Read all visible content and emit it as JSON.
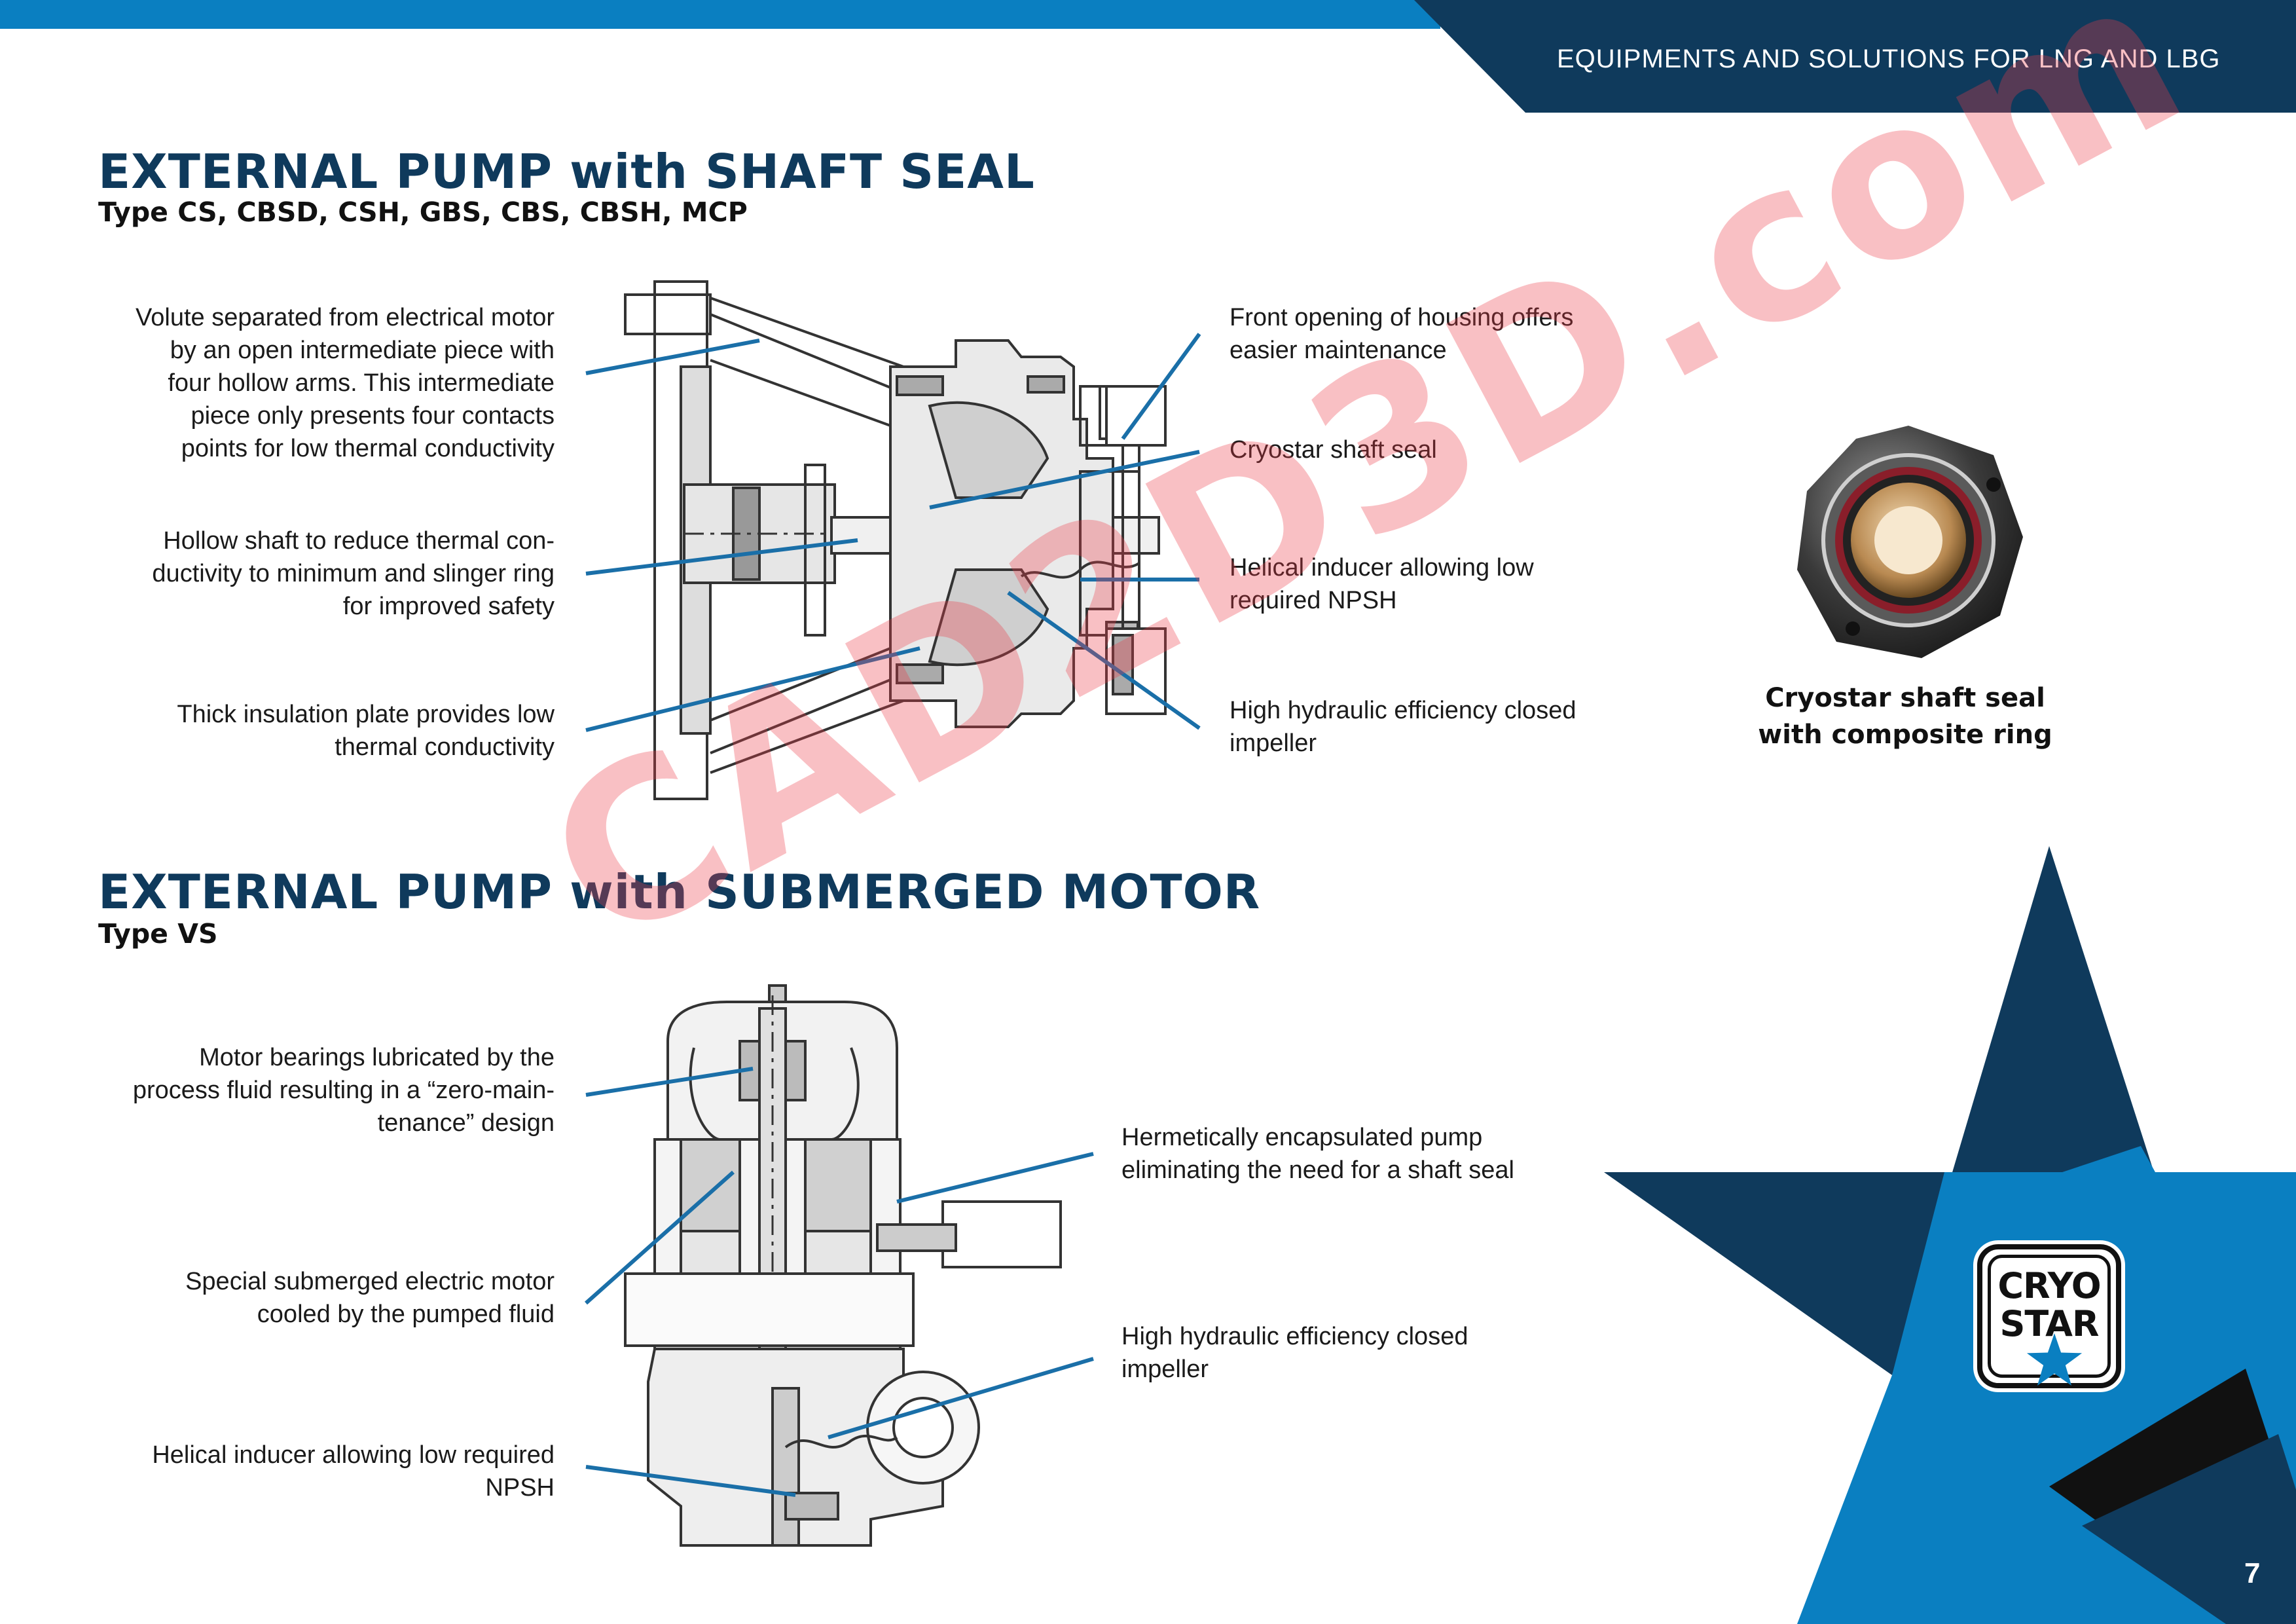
{
  "header": {
    "title": "EQUIPMENTS AND SOLUTIONS FOR LNG AND LBG"
  },
  "section1": {
    "title": "EXTERNAL PUMP with SHAFT SEAL",
    "subtitle": "Type CS, CBSD, CSH, GBS, CBS, CBSH, MCP",
    "labels_left": [
      [
        "Volute separated from electrical motor",
        "by an open intermediate piece with",
        "four hollow arms. This intermediate",
        "piece only presents four contacts",
        "points for low thermal conductivity"
      ],
      [
        "Hollow shaft to reduce thermal con-",
        "ductivity to minimum and slinger ring",
        "for improved safety"
      ],
      [
        "Thick insulation plate provides low",
        "thermal conductivity"
      ]
    ],
    "labels_right": [
      [
        "Front opening of housing offers",
        "easier maintenance"
      ],
      [
        "Cryostar shaft seal"
      ],
      [
        "Helical inducer allowing low",
        "required NPSH"
      ],
      [
        "High hydraulic efficiency closed",
        "impeller"
      ]
    ]
  },
  "seal_photo": {
    "caption": [
      "Cryostar shaft seal",
      "with composite ring"
    ]
  },
  "section2": {
    "title": "EXTERNAL PUMP with SUBMERGED MOTOR",
    "subtitle": "Type VS",
    "labels_left": [
      [
        "Motor bearings lubricated by the",
        "process fluid resulting in a “zero-main-",
        "tenance” design"
      ],
      [
        "Special submerged electric motor",
        "cooled by the pumped fluid"
      ],
      [
        "Helical inducer allowing low required",
        "NPSH"
      ]
    ],
    "labels_right": [
      [
        "Hermetically encapsulated pump",
        "eliminating the need for a shaft seal"
      ],
      [
        "High hydraulic efficiency closed",
        "impeller"
      ]
    ]
  },
  "logo": {
    "line1": "CRYO",
    "line2": "STAR"
  },
  "watermark": "CAD2D3D.com",
  "page_number": "7",
  "colors": {
    "navy": "#0f3a5c",
    "blue": "#0a7fc1",
    "callout": "#1a6fa8",
    "watermark": "#eb3c46"
  }
}
